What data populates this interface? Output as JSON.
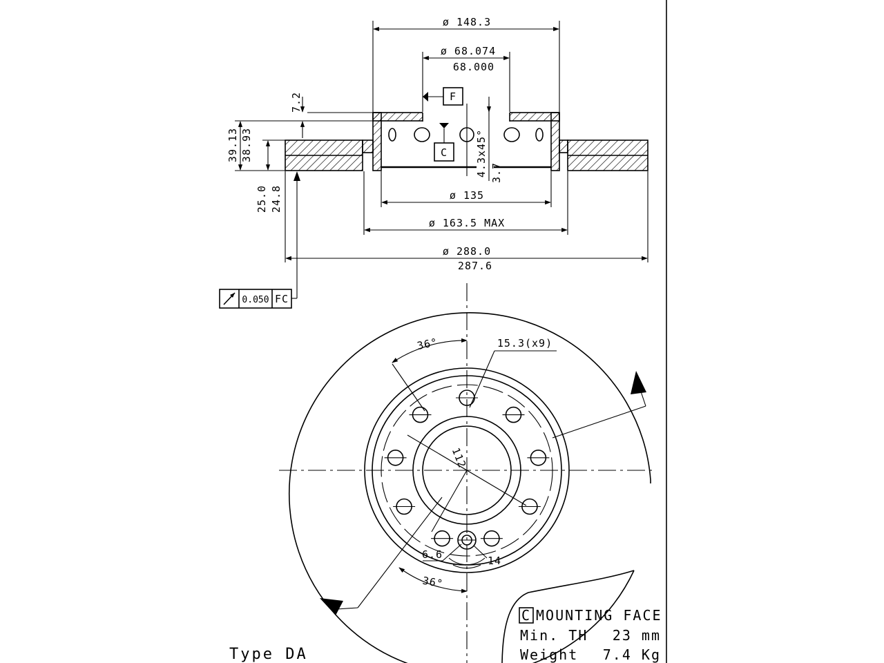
{
  "side_view": {
    "dim_outer_flange": "ø 148.3",
    "dim_bore_max": "ø 68.074",
    "dim_bore_min": "68.000",
    "datum_f": "F",
    "datum_c": "C",
    "dim_hat_thickness": "7.2",
    "dim_height_max": "39.13",
    "dim_height_min": "38.93",
    "dim_thickness_max": "25.0",
    "dim_thickness_min": "24.8",
    "dim_chamfer": "4.3x45°",
    "dim_step": "3.7",
    "dim_pcd_inner": "ø 135",
    "dim_hat_max": "ø 163.5 MAX",
    "dim_disc_max": "ø 288.0",
    "dim_disc_min": "287.6",
    "tolerance_value": "0.050",
    "tolerance_datum": "FC"
  },
  "front_view": {
    "angle_top": "36°",
    "hole_callout": "15.3(x9)",
    "pcd": "112",
    "small_hole": "6.6",
    "small_hole_spot": "14",
    "angle_bottom": "36°"
  },
  "notes": {
    "mounting_box": "C",
    "mounting_text": "MOUNTING FACE",
    "min_th_label": "Min. TH",
    "min_th_value": "23 mm",
    "weight_label": "Weight",
    "weight_value": "7.4 Kg",
    "type_label": "Type DA"
  }
}
